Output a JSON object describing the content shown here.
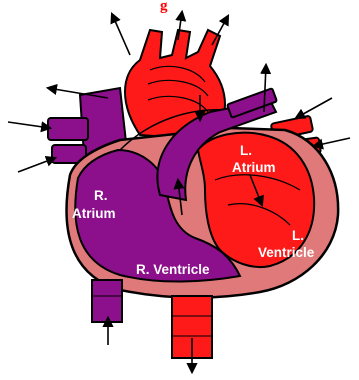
{
  "caption_partial": "g",
  "labels": {
    "right_atrium_line1": "R.",
    "right_atrium_line2": "Atrium",
    "left_atrium_line1": "L.",
    "left_atrium_line2": "Atrium",
    "left_ventricle_line1": "L.",
    "left_ventricle_line2": "Ventricle",
    "right_ventricle": "R. Ventricle"
  },
  "colors": {
    "oxygenated_blood": "#ff1a1a",
    "deoxygenated_blood": "#8c0f8c",
    "heart_wall": "#e07a7a",
    "outline": "#000000",
    "label_text": "#ffffff",
    "caption_text": "#ff0000"
  }
}
